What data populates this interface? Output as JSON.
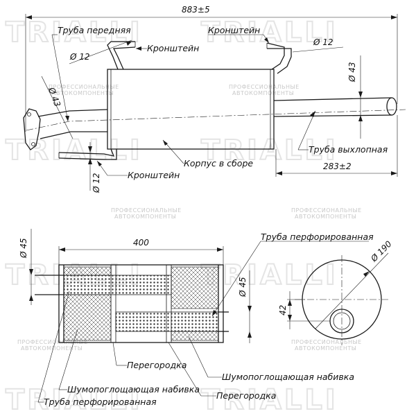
{
  "watermark": {
    "logo": "TRIALLI",
    "line1": "ПРОФЕССИОНАЛЬНЫЕ",
    "line2": "АВТОКОМПОНЕНТЫ"
  },
  "top_view": {
    "overall_length": "883±5",
    "tail_length": "283±2",
    "inlet_diameter": "Ø 43",
    "outlet_diameter": "Ø 43",
    "bracket_diameter_left_top": "Ø 12",
    "bracket_diameter_right_top": "Ø 12",
    "bracket_diameter_bottom": "Ø 12",
    "labels": {
      "front_pipe": "Труба передняя",
      "bracket_top_left": "Кронштейн",
      "bracket_top_right": "Кронштейн",
      "bracket_bottom": "Кронштейн",
      "body_assembly": "Корпус в сборе",
      "exhaust_pipe": "Труба выхлопная"
    }
  },
  "section_view": {
    "body_length": "400",
    "left_pipe_diameter": "Ø 45",
    "right_pipe_diameter": "Ø 45",
    "body_diameter": "Ø 190",
    "offset": "42",
    "labels": {
      "perforated_pipe_top": "Труба перфорированная",
      "partition_1": "Перегородка",
      "sound_absorbing_1": "Шумопоглощающая набивка",
      "sound_absorbing_2": "Шумопоглощающая набивка",
      "partition_2": "Перегородка",
      "perforated_pipe_bottom": "Труба перфорированная"
    }
  }
}
